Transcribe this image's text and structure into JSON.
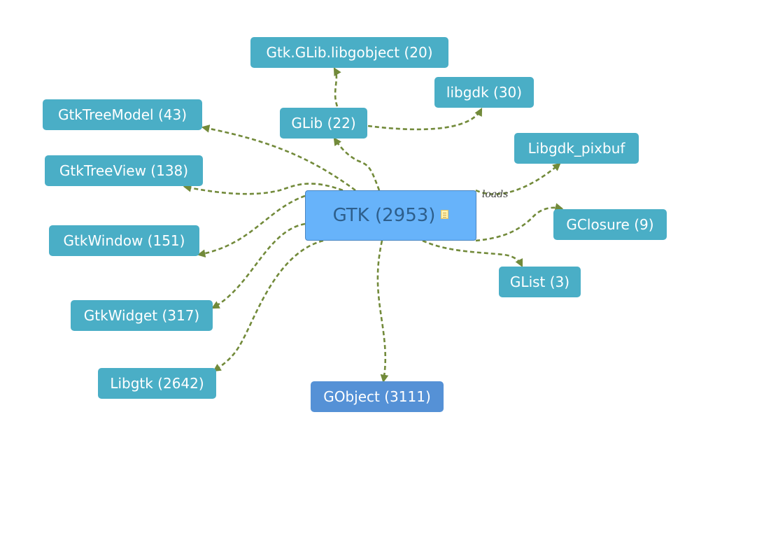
{
  "graph": {
    "root": {
      "label": "GTK (2953)",
      "note_icon": "document-note-icon"
    },
    "nodes": {
      "glib_libgobject": "Gtk.GLib.libgobject (20)",
      "libgdk": "libgdk (30)",
      "glib": "GLib (22)",
      "gtktreemodel": "GtkTreeModel (43)",
      "gtktreeview": "GtkTreeView (138)",
      "libgdk_pixbuf": "Libgdk_pixbuf",
      "gclosure": "GClosure (9)",
      "gtkwindow": "GtkWindow (151)",
      "glist": "GList (3)",
      "gtkwidget": "GtkWidget (317)",
      "libgtk": "Libgtk (2642)",
      "gobject": "GObject (3111)"
    },
    "edge_labels": {
      "loads": "loads"
    },
    "colors": {
      "node": "#4aaec6",
      "gobject_node": "#5591d6",
      "root": "#67b3fa",
      "edge": "#728a3a"
    }
  }
}
